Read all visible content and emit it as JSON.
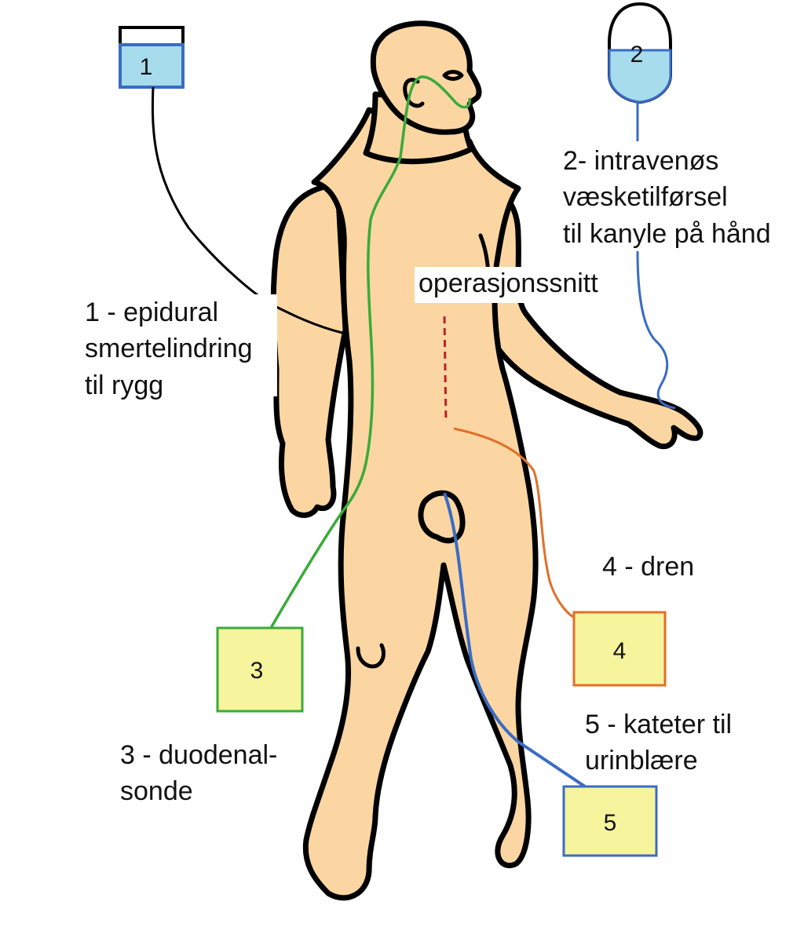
{
  "colors": {
    "skin": "#fbd6a2",
    "fluid_blue": "#a6dcec",
    "box_yellow": "#f6f49c",
    "tube_green": "#3aaa3a",
    "tube_blue": "#3a6cc4",
    "tube_orange": "#e0702a",
    "tube_black": "#000000",
    "incision_red": "#c0202a"
  },
  "containers": {
    "box1": {
      "number": "1"
    },
    "bag2": {
      "number": "2"
    },
    "box3": {
      "number": "3"
    },
    "box4": {
      "number": "4"
    },
    "box5": {
      "number": "5"
    }
  },
  "labels": {
    "epidural": [
      "1 - epidural",
      "smertelindring",
      "til rygg"
    ],
    "iv": [
      "2- intravenøs",
      "væsketilførsel",
      "til kanyle på hånd"
    ],
    "incision": "operasjonssnitt",
    "duodenal": [
      "3 - duodenal-",
      "sonde"
    ],
    "drain": "4 - dren",
    "catheter": [
      "5 - kateter til",
      "urinblære"
    ]
  }
}
